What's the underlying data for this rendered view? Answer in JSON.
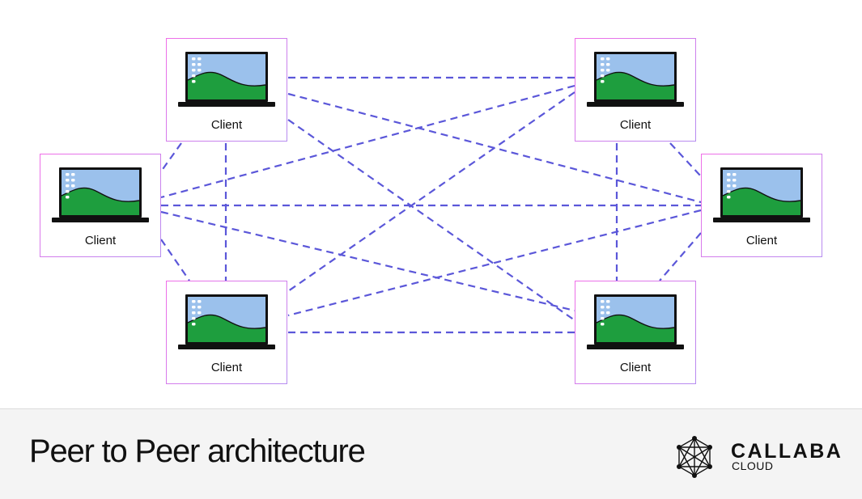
{
  "diagram": {
    "node_label": "Client",
    "line_color": "#5b57d9",
    "border_color": "#e070ec",
    "screen_sky": "#9bc1ec",
    "screen_land": "#1e9e3e",
    "nodes": [
      {
        "id": "top-left",
        "label": "Client"
      },
      {
        "id": "top-right",
        "label": "Client"
      },
      {
        "id": "mid-left",
        "label": "Client"
      },
      {
        "id": "mid-right",
        "label": "Client"
      },
      {
        "id": "bottom-left",
        "label": "Client"
      },
      {
        "id": "bottom-right",
        "label": "Client"
      }
    ]
  },
  "footer": {
    "title": "Peer to Peer architecture",
    "brand_name": "CALLABA",
    "brand_sub": "CLOUD",
    "background": "#f4f4f4"
  }
}
